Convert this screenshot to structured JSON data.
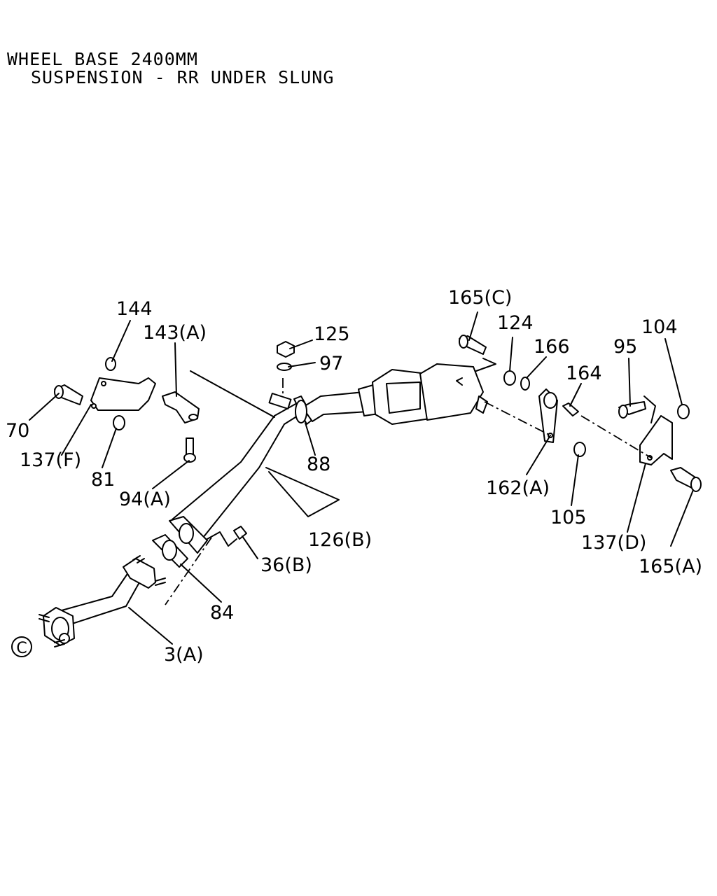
{
  "header": {
    "line1": "WHEEL BASE 2400MM",
    "line2": "SUSPENSION - RR UNDER SLUNG"
  },
  "callouts": {
    "p144": "144",
    "p143a": "143(A)",
    "p125": "125",
    "p97": "97",
    "p165c": "165(C)",
    "p124": "124",
    "p166": "166",
    "p95": "95",
    "p104": "104",
    "p164": "164",
    "p70": "70",
    "p137f": "137(F)",
    "p81": "81",
    "p94a": "94(A)",
    "p88": "88",
    "p162a": "162(A)",
    "p105": "105",
    "p126b": "126(B)",
    "p36b": "36(B)",
    "p137d": "137(D)",
    "p165a": "165(A)",
    "p84": "84",
    "p3a": "3(A)",
    "refC": "C"
  }
}
